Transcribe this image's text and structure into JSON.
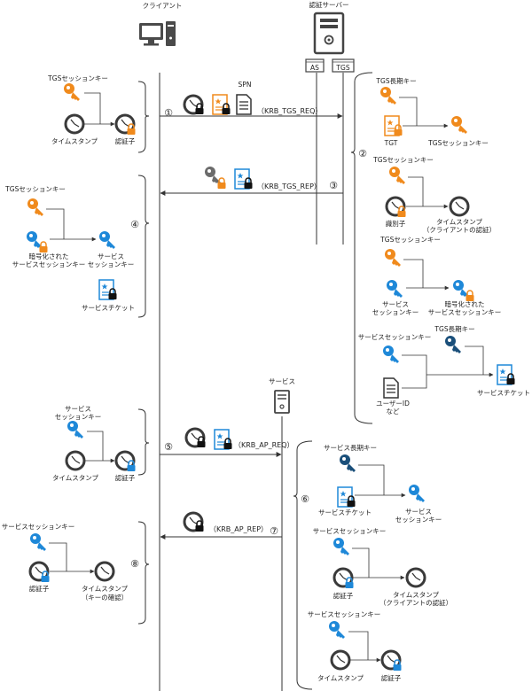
{
  "actors": {
    "client": "クライアント",
    "auth_server": "認証サーバー",
    "as": "AS",
    "tgs": "TGS",
    "service": "サービス"
  },
  "messages": {
    "spn": "SPN",
    "krb_tgs_req": "（KRB_TGS_REQ）",
    "krb_tgs_rep": "（KRB_TGS_REP）",
    "krb_ap_req": "（KRB_AP_REQ）",
    "krb_ap_rep": "（KRB_AP_REP）"
  },
  "steps": [
    "①",
    "②",
    "③",
    "④",
    "⑤",
    "⑥",
    "⑦",
    "⑧"
  ],
  "step1": {
    "key": "TGSセッションキー",
    "timestamp": "タイムスタンプ",
    "authenticator": "認証子"
  },
  "step2": {
    "a_key": "TGS長期キー",
    "a_tgt": "TGT",
    "a_result": "TGSセッションキー",
    "b_key": "TGSセッションキー",
    "b_id": "識別子",
    "b_ts1": "タイムスタンプ",
    "b_ts2": "（クライアントの認証）",
    "c_key": "TGSセッションキー",
    "c_ssk1": "サービス",
    "c_ssk2": "セッションキー",
    "c_enc1": "暗号化された",
    "c_enc2": "サービスセッションキー",
    "d_ssk": "サービスセッションキー",
    "d_tgskey": "TGS長期キー",
    "d_user1": "ユーザーID",
    "d_user2": "など",
    "d_ticket": "サービスチケット"
  },
  "step4": {
    "key": "TGSセッションキー",
    "enc1": "暗号化された",
    "enc2": "サービスセッションキー",
    "ssk1": "サービス",
    "ssk2": "セッションキー",
    "ticket": "サービスチケット"
  },
  "step5": {
    "key1": "サービス",
    "key2": "セッションキー",
    "timestamp": "タイムスタンプ",
    "authenticator": "認証子"
  },
  "step6": {
    "a_key": "サービス長期キー",
    "a_ticket": "サービスチケット",
    "a_ssk1": "サービス",
    "a_ssk2": "セッションキー",
    "b_key": "サービスセッションキー",
    "b_auth": "認証子",
    "b_ts1": "タイムスタンプ",
    "b_ts2": "（クライアントの認証）",
    "c_key": "サービスセッションキー",
    "c_ts": "タイムスタンプ",
    "c_auth": "認証子"
  },
  "step8": {
    "key": "サービスセッションキー",
    "auth": "認証子",
    "ts1": "タイムスタンプ",
    "ts2": "（キーの確認）"
  },
  "colors": {
    "orange": "#f08a1c",
    "blue": "#1e88d8",
    "gray": "#5a5a5a",
    "lock": "#111111"
  }
}
